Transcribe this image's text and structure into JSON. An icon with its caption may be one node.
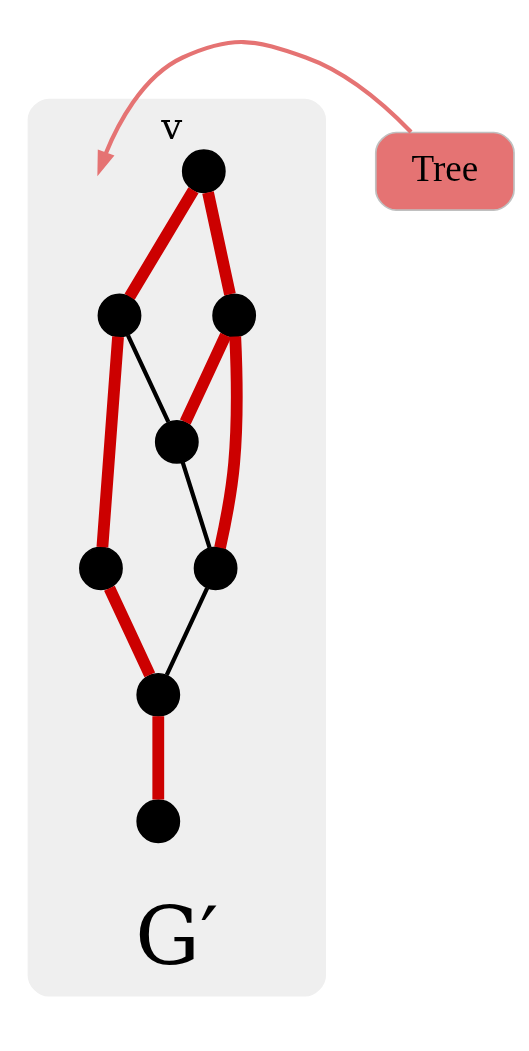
{
  "diagram": {
    "nodes": [
      {
        "text": [
          "G′"
        ]
      },
      {
        "text": [
          "Tree"
        ]
      },
      {
        "text": [],
        "shape": "circle",
        "beside": [
          "v"
        ],
        "in": 0
      },
      {
        "text": [],
        "shape": "circle",
        "in": 0
      },
      {
        "text": [],
        "shape": "circle",
        "in": 0
      },
      {
        "text": [],
        "shape": "circle",
        "in": 0
      },
      {
        "text": [],
        "shape": "circle",
        "in": 0
      },
      {
        "text": [],
        "shape": "circle",
        "in": 0
      },
      {
        "text": [],
        "shape": "circle",
        "in": 0
      },
      {
        "text": [],
        "shape": "circle",
        "in": 0
      }
    ],
    "edges": [
      {
        "from": 2,
        "to": 3,
        "arrow": "none"
      },
      {
        "from": 2,
        "to": 4,
        "arrow": "none"
      },
      {
        "from": 3,
        "to": 5,
        "arrow": "none"
      },
      {
        "from": 3,
        "to": 6,
        "arrow": "none",
        "color": "#000000"
      },
      {
        "from": 4,
        "to": 6,
        "arrow": "none"
      },
      {
        "from": 4,
        "to": 7,
        "arrow": "none"
      },
      {
        "from": 6,
        "to": 7,
        "arrow": "none",
        "color": "#000000"
      },
      {
        "from": 5,
        "to": 8,
        "arrow": "none"
      },
      {
        "from": 7,
        "to": 8,
        "arrow": "none",
        "color": "#000000"
      },
      {
        "from": 8,
        "to": 9,
        "arrow": "none"
      },
      {
        "from": 1,
        "to": null,
        "arrow": "to",
        "color": "#e57373"
      }
    ]
  }
}
